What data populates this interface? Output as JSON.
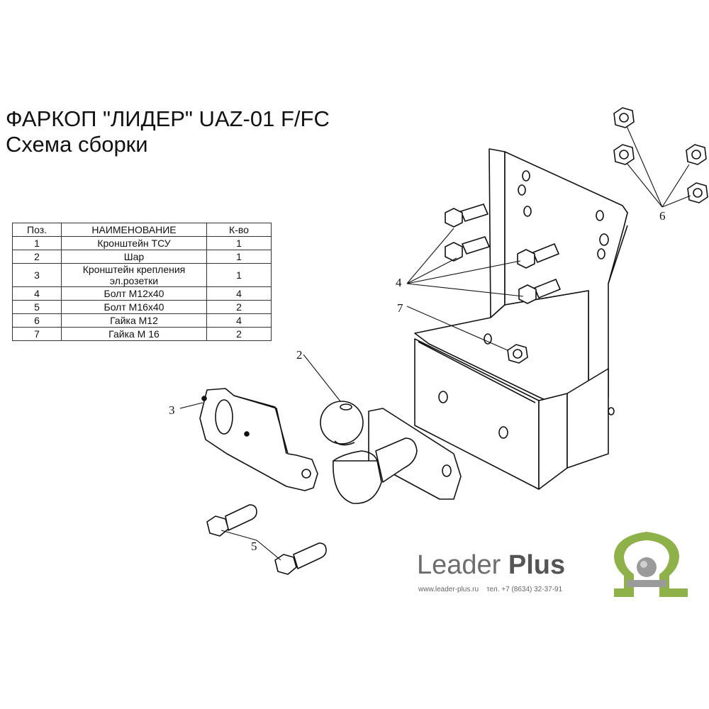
{
  "title": "ФАРКОП \"ЛИДЕР\" UAZ-01 F/FC",
  "subtitle": "Схема сборки",
  "table": {
    "headers": [
      "Поз.",
      "НАИМЕНОВАНИЕ",
      "К-во"
    ],
    "rows": [
      {
        "pos": "1",
        "name": "Кронштейн ТСУ",
        "qty": "1"
      },
      {
        "pos": "2",
        "name": "Шар",
        "qty": "1"
      },
      {
        "pos": "3",
        "name": "Кронштейн крепления эл.розетки",
        "qty": "1"
      },
      {
        "pos": "4",
        "name": "Болт М12х40",
        "qty": "4"
      },
      {
        "pos": "5",
        "name": "Болт М16х40",
        "qty": "2"
      },
      {
        "pos": "6",
        "name": "Гайка М12",
        "qty": "4"
      },
      {
        "pos": "7",
        "name": "Гайка  М 16",
        "qty": "2"
      }
    ]
  },
  "callouts": {
    "c2": "2",
    "c3": "3",
    "c4": "4",
    "c5": "5",
    "c6": "6",
    "c7": "7"
  },
  "brand": {
    "name_regular": "Leader ",
    "name_bold": "Plus",
    "website": "www.leader-plus.ru",
    "phone": "тел. +7 (8634) 32-37-91",
    "logo_colors": {
      "green": "#8fb14a",
      "grey": "#9a9a9a"
    }
  }
}
